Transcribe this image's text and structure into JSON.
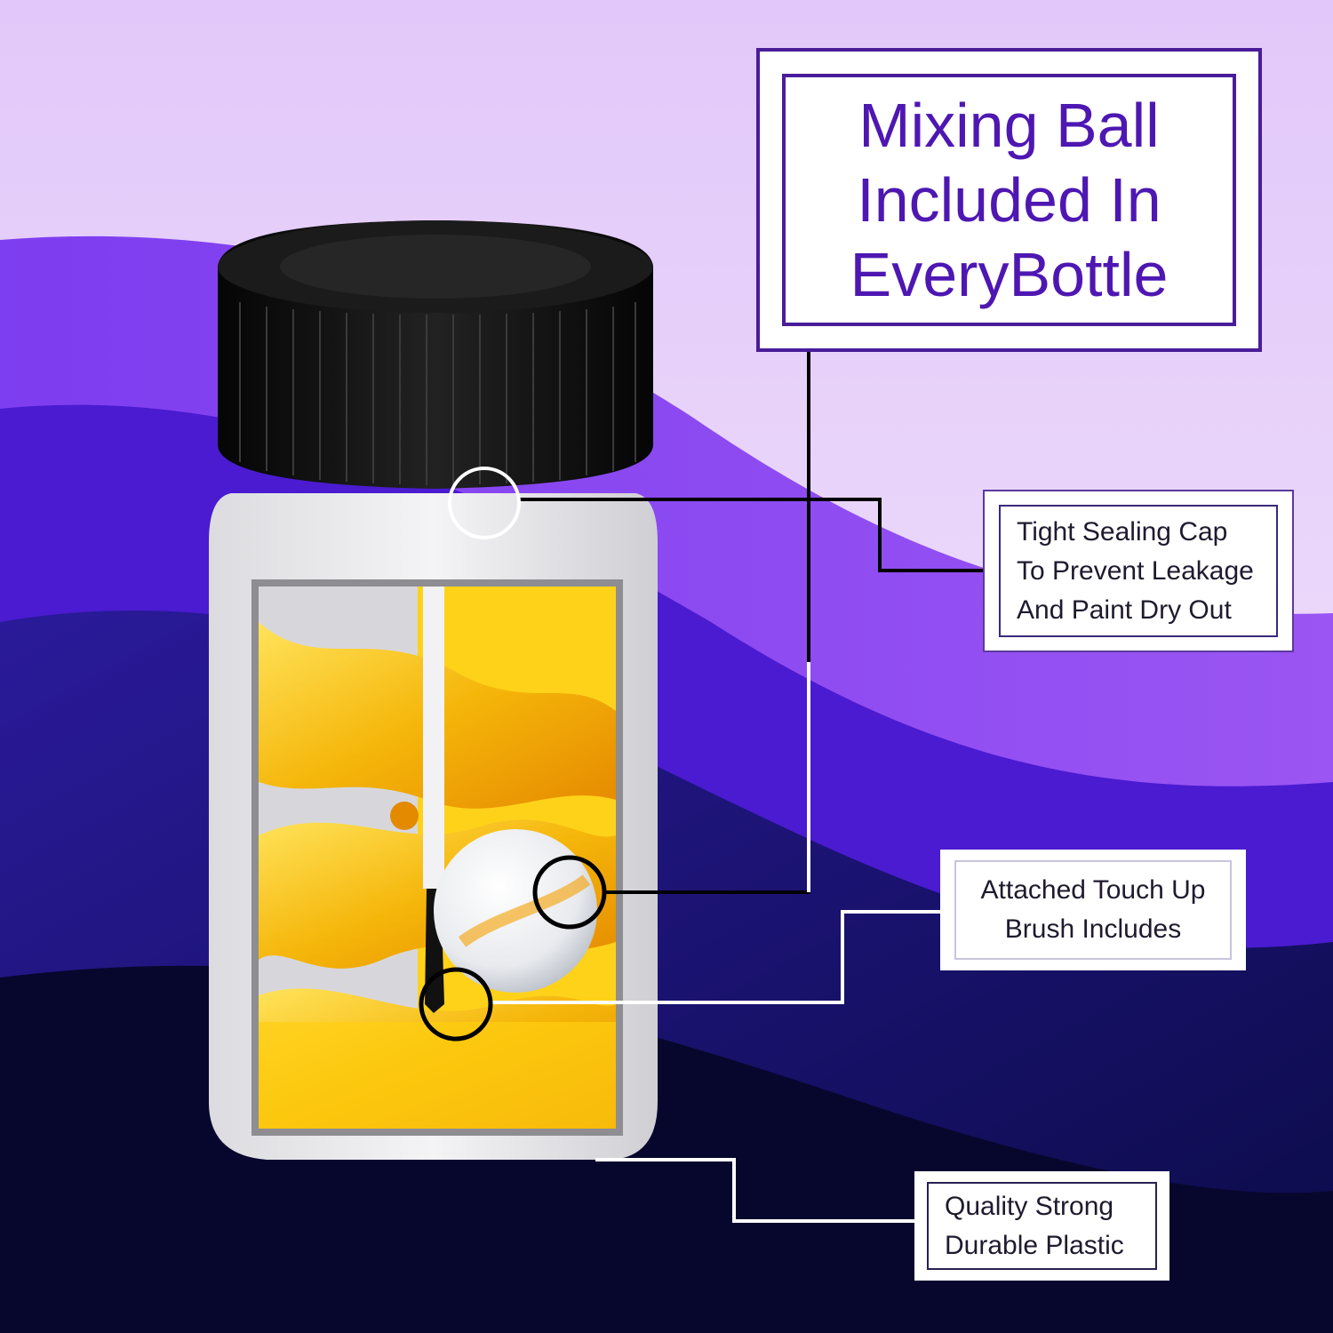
{
  "headline": {
    "lines": [
      "Mixing Ball",
      "Included In",
      "EveryBottle"
    ]
  },
  "callouts": {
    "seal": {
      "lines": [
        "Tight Sealing Cap",
        "To Prevent Leakage",
        "And Paint Dry Out"
      ]
    },
    "brush": {
      "lines": [
        "Attached Touch Up",
        "Brush Includes"
      ]
    },
    "plastic": {
      "lines": [
        "Quality Strong",
        "Durable Plastic"
      ]
    }
  },
  "colors": {
    "accent": "#4e17b2",
    "background_light": "#e3cdf8",
    "background_dark": "#0a0a3e",
    "paint": "#f5b60a"
  }
}
